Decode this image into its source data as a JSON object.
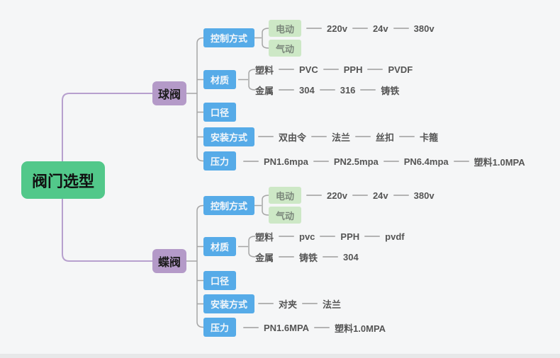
{
  "root": {
    "label": "阀门选型"
  },
  "branches": [
    {
      "label": "球阀",
      "children": [
        {
          "label": "控制方式",
          "children": [
            {
              "label": "电动",
              "items": [
                "220v",
                "24v",
                "380v"
              ]
            },
            {
              "label": "气动",
              "items": []
            }
          ]
        },
        {
          "label": "材质",
          "children": [
            {
              "label": "塑料",
              "items": [
                "PVC",
                "PPH",
                "PVDF"
              ]
            },
            {
              "label": "金属",
              "items": [
                "304",
                "316",
                "铸铁"
              ]
            }
          ]
        },
        {
          "label": "口径",
          "items": []
        },
        {
          "label": "安装方式",
          "items": [
            "双由令",
            "法兰",
            "丝扣",
            "卡箍"
          ]
        },
        {
          "label": "压力",
          "items": [
            "PN1.6mpa",
            "PN2.5mpa",
            "PN6.4mpa",
            "塑料1.0MPA"
          ]
        }
      ]
    },
    {
      "label": "蝶阀",
      "children": [
        {
          "label": "控制方式",
          "children": [
            {
              "label": "电动",
              "items": [
                "220v",
                "24v",
                "380v"
              ]
            },
            {
              "label": "气动",
              "items": []
            }
          ]
        },
        {
          "label": "材质",
          "children": [
            {
              "label": "塑料",
              "items": [
                "pvc",
                "PPH",
                "pvdf"
              ]
            },
            {
              "label": "金属",
              "items": [
                "铸铁",
                "304"
              ]
            }
          ]
        },
        {
          "label": "口径",
          "items": []
        },
        {
          "label": "安装方式",
          "items": [
            "对夹",
            "法兰"
          ]
        },
        {
          "label": "压力",
          "items": [
            "PN1.6MPA",
            "塑料1.0MPA"
          ]
        }
      ]
    }
  ],
  "colors": {
    "canvas_bg": "#f5f6f7",
    "root_bg": "#52c88a",
    "branch_bg": "#b49ac8",
    "topic_bg": "#56abe8",
    "subtopic_bg": "#cde8c6",
    "connector_purple": "#b7a0ce",
    "connector_gray": "#a5a5a5",
    "leaf_text": "#555555"
  }
}
